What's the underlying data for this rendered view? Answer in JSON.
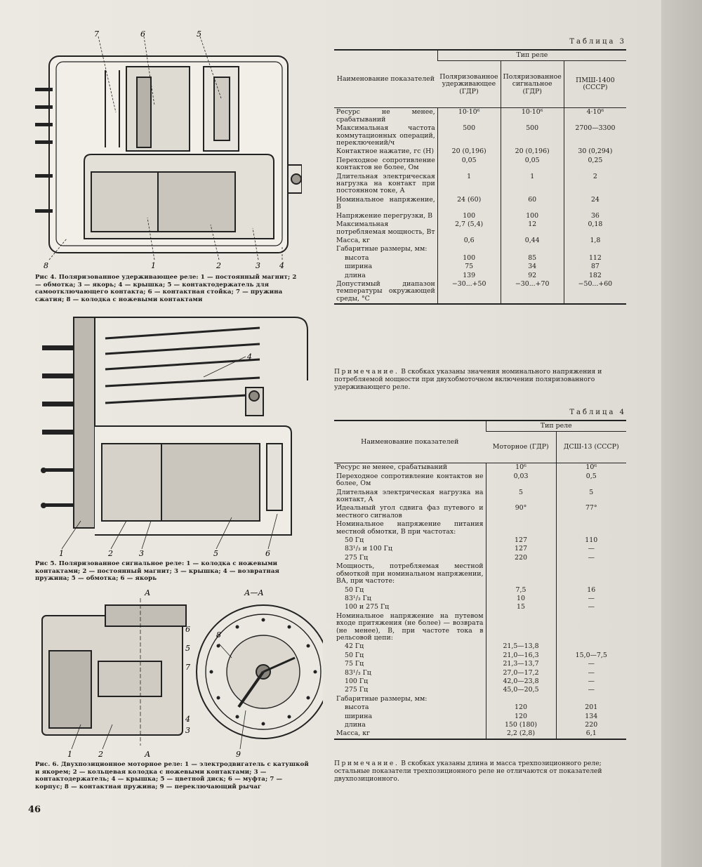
{
  "page_number": "46",
  "figure4": {
    "labels": [
      "7",
      "6",
      "5",
      "8",
      "1",
      "2",
      "3",
      "4"
    ],
    "caption": "Рис 4. Поляризованное удерживающее реле: 1 — постоянный магнит; 2 — обмотка; 3 — якорь; 4 — крышка; 5 — контактодержатель для самоотключающего контакта; 6 — контактная стойка; 7 — пружина сжатия; 8 — колодка с ножевыми контактами"
  },
  "figure5": {
    "labels": [
      "4",
      "1",
      "2",
      "3",
      "5",
      "6"
    ],
    "caption": "Рис 5. Поляризованное сигнальное реле: 1 — колодка с ножевыми контактами; 2 — постоянный магнит; 3 — крышка; 4 — возвратная пружина; 5 — обмотка; 6 — якорь"
  },
  "figure6": {
    "labels": [
      "А",
      "А—А",
      "8",
      "6",
      "5",
      "7",
      "1",
      "2",
      "4",
      "3",
      "А",
      "9"
    ],
    "caption": "Рис. 6. Двухпозиционное моторное реле: 1 — электродвигатель с катушкой и якорем; 2 — кольцевая колодка с ножевыми контактами; 3 — контактодержатель; 4 — крышка; 5 — цветной диск; 6 — муфта; 7 — корпус; 8 — контактная пружина; 9 — переключающий рычаг"
  },
  "table3": {
    "title": "Таблица 3",
    "param_header": "Наименование показателей",
    "group_header": "Тип реле",
    "columns": [
      "Поляризованное удерживающее (ГДР)",
      "Поляризованное сигнальное (ГДР)",
      "ПМШ-1400 (СССР)"
    ],
    "rows": [
      {
        "name": "Ресурс не менее, срабатываний",
        "values": [
          "10·10⁶",
          "10·10⁶",
          "4·10⁶"
        ]
      },
      {
        "name": "Максимальная частота коммутационных операций, переключений/ч",
        "values": [
          "500",
          "500",
          "2700—3300"
        ]
      },
      {
        "name": "Контактное нажатие, гс (Н)",
        "values": [
          "20 (0,196)",
          "20 (0,196)",
          "30 (0,294)"
        ]
      },
      {
        "name": "Переходное сопротивление контактов не более, Ом",
        "values": [
          "0,05",
          "0,05",
          "0,25"
        ]
      },
      {
        "name": "Длительная электрическая нагрузка на контакт при постоянном токе, А",
        "values": [
          "1",
          "1",
          "2"
        ]
      },
      {
        "name": "Номинальное напряжение, В",
        "values": [
          "24 (60)",
          "60",
          "24"
        ]
      },
      {
        "name": "Напряжение перегрузки, В",
        "values": [
          "100",
          "100",
          "36"
        ]
      },
      {
        "name": "Максимальная потребляемая мощность, Вт",
        "values": [
          "2,7 (5,4)",
          "12",
          "0,18"
        ]
      },
      {
        "name": "Масса, кг",
        "values": [
          "0,6",
          "0,44",
          "1,8"
        ]
      },
      {
        "name": "Габаритные размеры, мм:",
        "values": [
          "",
          "",
          ""
        ]
      },
      {
        "name": "высота",
        "sub": true,
        "values": [
          "100",
          "85",
          "112"
        ]
      },
      {
        "name": "ширина",
        "sub": true,
        "values": [
          "75",
          "34",
          "87"
        ]
      },
      {
        "name": "длина",
        "sub": true,
        "values": [
          "139",
          "92",
          "182"
        ]
      },
      {
        "name": "Допустимый диапазон температуры окружающей среды, °С",
        "values": [
          "−30...+50",
          "−30...+70",
          "−50...+60"
        ]
      }
    ],
    "note_label": "Примечание.",
    "note_text": "В скобках указаны значения номинального напряжения и потребляемой мощности при двухобмоточном включении поляризованного удерживающего реле."
  },
  "table4": {
    "title": "Таблица 4",
    "param_header": "Наименование показателей",
    "group_header": "Тип реле",
    "columns": [
      "Моторное (ГДР)",
      "ДСШ-13 (СССР)"
    ],
    "rows": [
      {
        "name": "Ресурс не менее, срабатываний",
        "values": [
          "10⁶",
          "10⁶"
        ]
      },
      {
        "name": "Переходное сопротивление контактов не более, Ом",
        "values": [
          "0,03",
          "0,5"
        ]
      },
      {
        "name": "Длительная электрическая нагрузка на контакт, А",
        "values": [
          "5",
          "5"
        ]
      },
      {
        "name": "Идеальный угол сдвига фаз путевого и местного сигналов",
        "values": [
          "90°",
          "77°"
        ]
      },
      {
        "name": "Номинальное напряжение питания местной обмотки, В при частотах:",
        "values": [
          "",
          ""
        ]
      },
      {
        "name": "50 Гц",
        "sub": true,
        "values": [
          "127",
          "110"
        ]
      },
      {
        "name": "83¹/₃ и 100 Гц",
        "sub": true,
        "values": [
          "127",
          "—"
        ]
      },
      {
        "name": "275 Гц",
        "sub": true,
        "values": [
          "220",
          "—"
        ]
      },
      {
        "name": "Мощность, потребляемая местной обмоткой при номинальном напряжении, ВА, при частоте:",
        "values": [
          "",
          ""
        ]
      },
      {
        "name": "50 Гц",
        "sub": true,
        "values": [
          "7,5",
          "16"
        ]
      },
      {
        "name": "83¹/₃ Гц",
        "sub": true,
        "values": [
          "10",
          "—"
        ]
      },
      {
        "name": "100 и 275 Гц",
        "sub": true,
        "values": [
          "15",
          "—"
        ]
      },
      {
        "name": "Номинальное напряжение на путевом входе притяжения (не более) — возврата (не менее), В, при частоте тока в рельсовой цепи:",
        "values": [
          "",
          ""
        ]
      },
      {
        "name": "42 Гц",
        "sub": true,
        "values": [
          "21,5—13,8",
          ""
        ]
      },
      {
        "name": "50 Гц",
        "sub": true,
        "values": [
          "21,0—16,3",
          "15,0—7,5"
        ]
      },
      {
        "name": "75 Гц",
        "sub": true,
        "values": [
          "21,3—13,7",
          "—"
        ]
      },
      {
        "name": "83¹/₃ Гц",
        "sub": true,
        "values": [
          "27,0—17,2",
          "—"
        ]
      },
      {
        "name": "100 Гц",
        "sub": true,
        "values": [
          "42,0—23,8",
          "—"
        ]
      },
      {
        "name": "275 Гц",
        "sub": true,
        "values": [
          "45,0—20,5",
          "—"
        ]
      },
      {
        "name": "Габаритные размеры, мм:",
        "values": [
          "",
          ""
        ]
      },
      {
        "name": "высота",
        "sub": true,
        "values": [
          "120",
          "201"
        ]
      },
      {
        "name": "ширина",
        "sub": true,
        "values": [
          "120",
          "134"
        ]
      },
      {
        "name": "длина",
        "sub": true,
        "values": [
          "150 (180)",
          "220"
        ]
      },
      {
        "name": "Масса, кг",
        "values": [
          "2,2 (2,8)",
          "6,1"
        ]
      }
    ],
    "note_label": "Примечание.",
    "note_text": "В скобках указаны длина и масса трехпозиционного реле; остальные показатели трехпозиционного реле не отличаются от показателей двухпозиционного."
  }
}
